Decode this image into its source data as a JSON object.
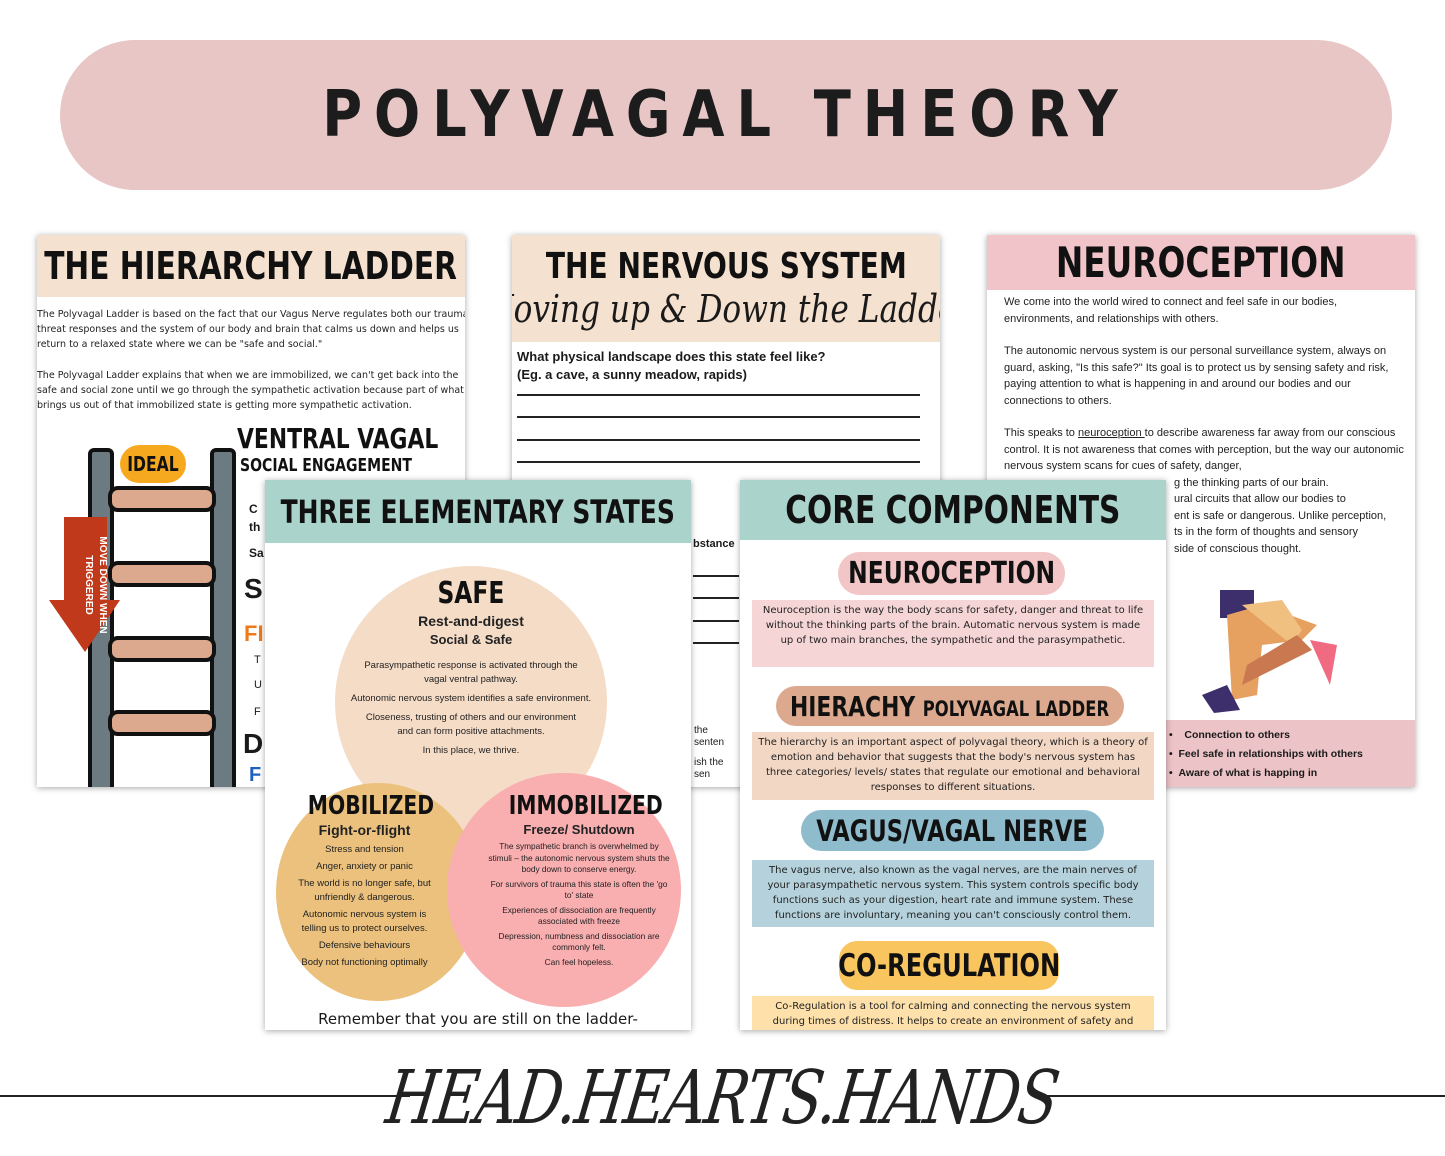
{
  "banner": {
    "title": "POLYVAGAL THEORY"
  },
  "hierarchy": {
    "title": "THE HIERARCHY LADDER",
    "p1": "The Polyvagal Ladder is based on the fact that our Vagus Nerve regulates both our trauma threat responses and the system of our body and brain that calms us down and helps us return to a relaxed state where we can be \"safe and social.\"",
    "p2": "The Polyvagal Ladder explains that when we are immobilized, we can't get back into the safe and social zone until we go through the sympathetic activation because part of what brings us out of that immobilized state is getting more sympathetic activation.",
    "ideal": "IDEAL",
    "arrow": "MOVE DOWN WHEN TRIGGERED",
    "ventral": "VENTRAL VAGAL",
    "social": "SOCIAL ENGAGEMENT",
    "frag": [
      "C",
      "th",
      "Sa",
      "S",
      "FI",
      "T",
      "U",
      "F",
      "D",
      "F"
    ]
  },
  "nervous": {
    "title": "THE NERVOUS SYSTEM",
    "subtitle": "Moving up & Down the Ladder",
    "q1": "What physical landscape does this state feel like?",
    "q1b": "(Eg. a cave, a sunny meadow, rapids)",
    "frag1": "bstance",
    "frag2": "the senten",
    "frag3": "ish the sen"
  },
  "neuroception": {
    "title": "NEUROCEPTION",
    "p1": "We come into the world wired to connect and feel safe in our bodies, environments, and relationships with others.",
    "p2": "The autonomic nervous system is our personal surveillance system, always on guard, asking, \"Is this safe?\" Its goal is to protect us by sensing safety and risk, paying attention to what is happening in and around our bodies and our connections to others.",
    "p3a": "This speaks to ",
    "p3link": "neuroception ",
    "p3b": "to describe awareness far away from our conscious control. It is not awareness that comes with perception, but the way our autonomic nervous system scans for cues of safety, danger,",
    "p3c": [
      "g the thinking parts of our brain.",
      "ural circuits that allow our bodies to",
      "ent is safe or dangerous. Unlike perception,",
      "ts in the form of thoughts and sensory",
      "side of conscious thought."
    ],
    "bullets": [
      "Connection to others",
      "Feel safe in relationships with others",
      "Aware of what is happing in"
    ]
  },
  "states": {
    "title": "THREE ELEMENTARY STATES",
    "safe": {
      "title": "SAFE",
      "sub1": "Rest-and-digest",
      "sub2": "Social & Safe",
      "items": [
        "Parasympathetic response is activated through the vagal ventral pathway.",
        "Autonomic nervous system identifies a safe environment.",
        "Closeness, trusting of others and our environment and can form positive attachments.",
        "In this place, we thrive."
      ]
    },
    "mobilized": {
      "title": "MOBILIZED",
      "sub": "Fight-or-flight",
      "items": [
        "Stress and tension",
        "Anger, anxiety or panic",
        "The world is no longer safe, but unfriendly & dangerous.",
        "Autonomic nervous system is telling us to protect ourselves.",
        "Defensive behaviours",
        "Body not functioning optimally"
      ]
    },
    "immobilized": {
      "title": "IMMOBILIZED",
      "sub": "Freeze/ Shutdown",
      "items": [
        "The sympathetic branch is overwhelmed by stimuli – the autonomic nervous system shuts the body down to conserve energy.",
        "For survivors of trauma this state is often the 'go to' state",
        "Experiences of dissociation are frequently associated with freeze",
        "Depression, numbness and dissociation are commonly felt.",
        "Can feel hopeless."
      ]
    },
    "footer": "Remember that you are still on the ladder-"
  },
  "core": {
    "title": "CORE COMPONENTS",
    "neuro": {
      "label": "NEUROCEPTION",
      "text": "Neuroception is the way the body scans for safety, danger and threat to life without the thinking parts of the brain. Automatic nervous system is made up of two main branches, the sympathetic and the parasympathetic."
    },
    "hier": {
      "label1": "HIERACHY",
      "label2": "POLYVAGAL LADDER",
      "text": "The hierarchy is an important aspect of polyvagal theory, which is a theory of emotion and behavior that suggests that the body's nervous system has three categories/ levels/ states that regulate our emotional and behavioral responses to different situations."
    },
    "vagus": {
      "label": "VAGUS/VAGAL NERVE",
      "text": "The vagus nerve, also known as the vagal nerves, are the main nerves of your parasympathetic nervous system. This system controls specific body functions such as your digestion, heart rate and immune system. These functions are involuntary, meaning you can't consciously control them."
    },
    "coreg": {
      "label": "CO-REGULATION",
      "text": "Co-Regulation is a tool for calming and connecting the nervous system during times of distress. It helps to create an environment of safety and understanding through"
    }
  },
  "brand": "HEAD.HEARTS.HANDS",
  "colors": {
    "banner": "#e8c6c6",
    "peach": "#f5e1cf",
    "pink": "#f0c4c8",
    "teal": "#a9d3cb"
  }
}
